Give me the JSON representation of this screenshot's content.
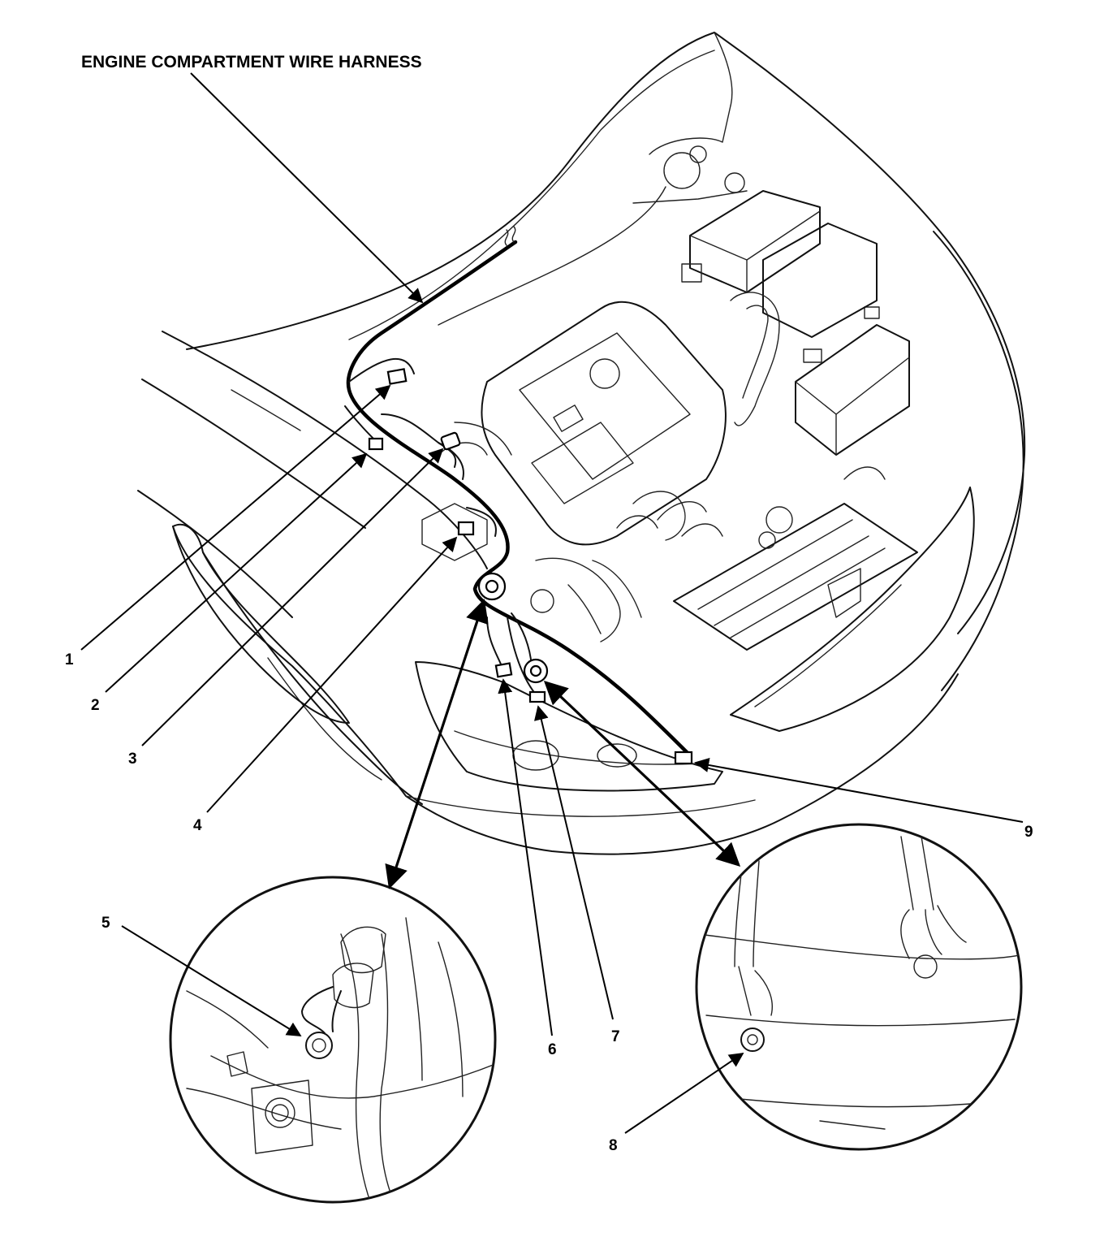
{
  "title": "ENGINE COMPARTMENT WIRE HARNESS",
  "callouts": [
    "1",
    "2",
    "3",
    "4",
    "5",
    "6",
    "7",
    "8",
    "9"
  ]
}
